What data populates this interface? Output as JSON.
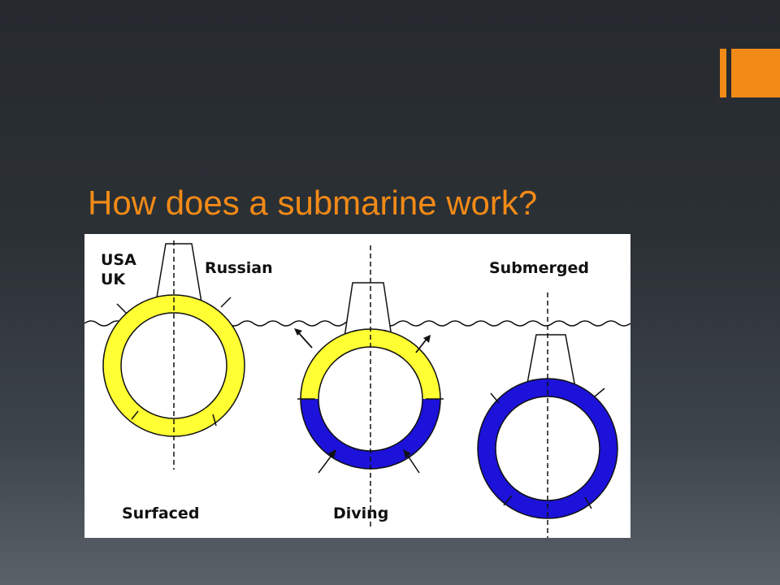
{
  "slide": {
    "title": "How does a submarine work?"
  },
  "diagram": {
    "labels": {
      "usa": "USA",
      "uk": "UK",
      "russian": "Russian",
      "submerged": "Submerged",
      "surfaced": "Surfaced",
      "diving": "Diving"
    }
  },
  "colors": {
    "background": "#262a2f",
    "accent": "#f28a17",
    "title": "#f28a17",
    "ballast_air": "#ffff33",
    "ballast_water": "#1c12d9",
    "line": "#111111"
  },
  "icons": [
    "water-surface-line",
    "vent-arrow",
    "intake-arrow"
  ]
}
